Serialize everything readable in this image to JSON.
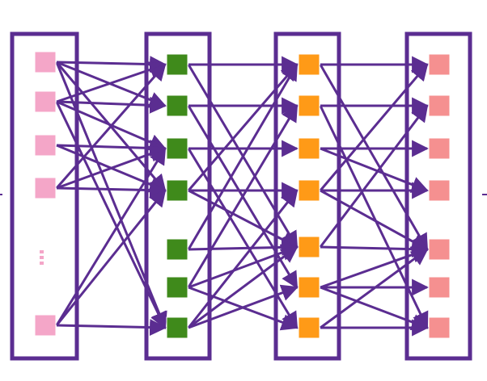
{
  "colors": {
    "edge": "#5b2d91",
    "column_border": "#5b2d91",
    "layer_1": "#f4a6c8",
    "layer_2": "#3f8a1b",
    "layer_3": "#ff9a17",
    "layer_4": "#f59090",
    "background": "#ffffff"
  },
  "layers": [
    {
      "id": "layer-1",
      "node_count": 5,
      "ellipsis_between": [
        3,
        4
      ]
    },
    {
      "id": "layer-2",
      "node_count": 7
    },
    {
      "id": "layer-3",
      "node_count": 7
    },
    {
      "id": "layer-4",
      "node_count": 7
    }
  ],
  "edges": [
    [
      0,
      0,
      0
    ],
    [
      0,
      0,
      1
    ],
    [
      0,
      0,
      3
    ],
    [
      0,
      0,
      6
    ],
    [
      0,
      1,
      0
    ],
    [
      0,
      1,
      1
    ],
    [
      0,
      1,
      2
    ],
    [
      0,
      1,
      6
    ],
    [
      0,
      2,
      2
    ],
    [
      0,
      2,
      3
    ],
    [
      0,
      3,
      0
    ],
    [
      0,
      3,
      2
    ],
    [
      0,
      3,
      3
    ],
    [
      0,
      4,
      2
    ],
    [
      0,
      4,
      3
    ],
    [
      0,
      4,
      6
    ],
    [
      1,
      0,
      0
    ],
    [
      1,
      0,
      4
    ],
    [
      1,
      1,
      1
    ],
    [
      1,
      1,
      5
    ],
    [
      1,
      2,
      2
    ],
    [
      1,
      2,
      6
    ],
    [
      1,
      3,
      3
    ],
    [
      1,
      3,
      4
    ],
    [
      1,
      3,
      0
    ],
    [
      1,
      4,
      0
    ],
    [
      1,
      4,
      4
    ],
    [
      1,
      5,
      1
    ],
    [
      1,
      5,
      4
    ],
    [
      1,
      5,
      6
    ],
    [
      1,
      6,
      3
    ],
    [
      1,
      6,
      5
    ],
    [
      1,
      6,
      4
    ],
    [
      2,
      0,
      0
    ],
    [
      2,
      0,
      4
    ],
    [
      2,
      1,
      1
    ],
    [
      2,
      1,
      6
    ],
    [
      2,
      2,
      2
    ],
    [
      2,
      2,
      3
    ],
    [
      2,
      3,
      3
    ],
    [
      2,
      3,
      0
    ],
    [
      2,
      3,
      4
    ],
    [
      2,
      4,
      4
    ],
    [
      2,
      4,
      1
    ],
    [
      2,
      5,
      5
    ],
    [
      2,
      5,
      4
    ],
    [
      2,
      5,
      6
    ],
    [
      2,
      6,
      6
    ],
    [
      2,
      6,
      4
    ]
  ]
}
